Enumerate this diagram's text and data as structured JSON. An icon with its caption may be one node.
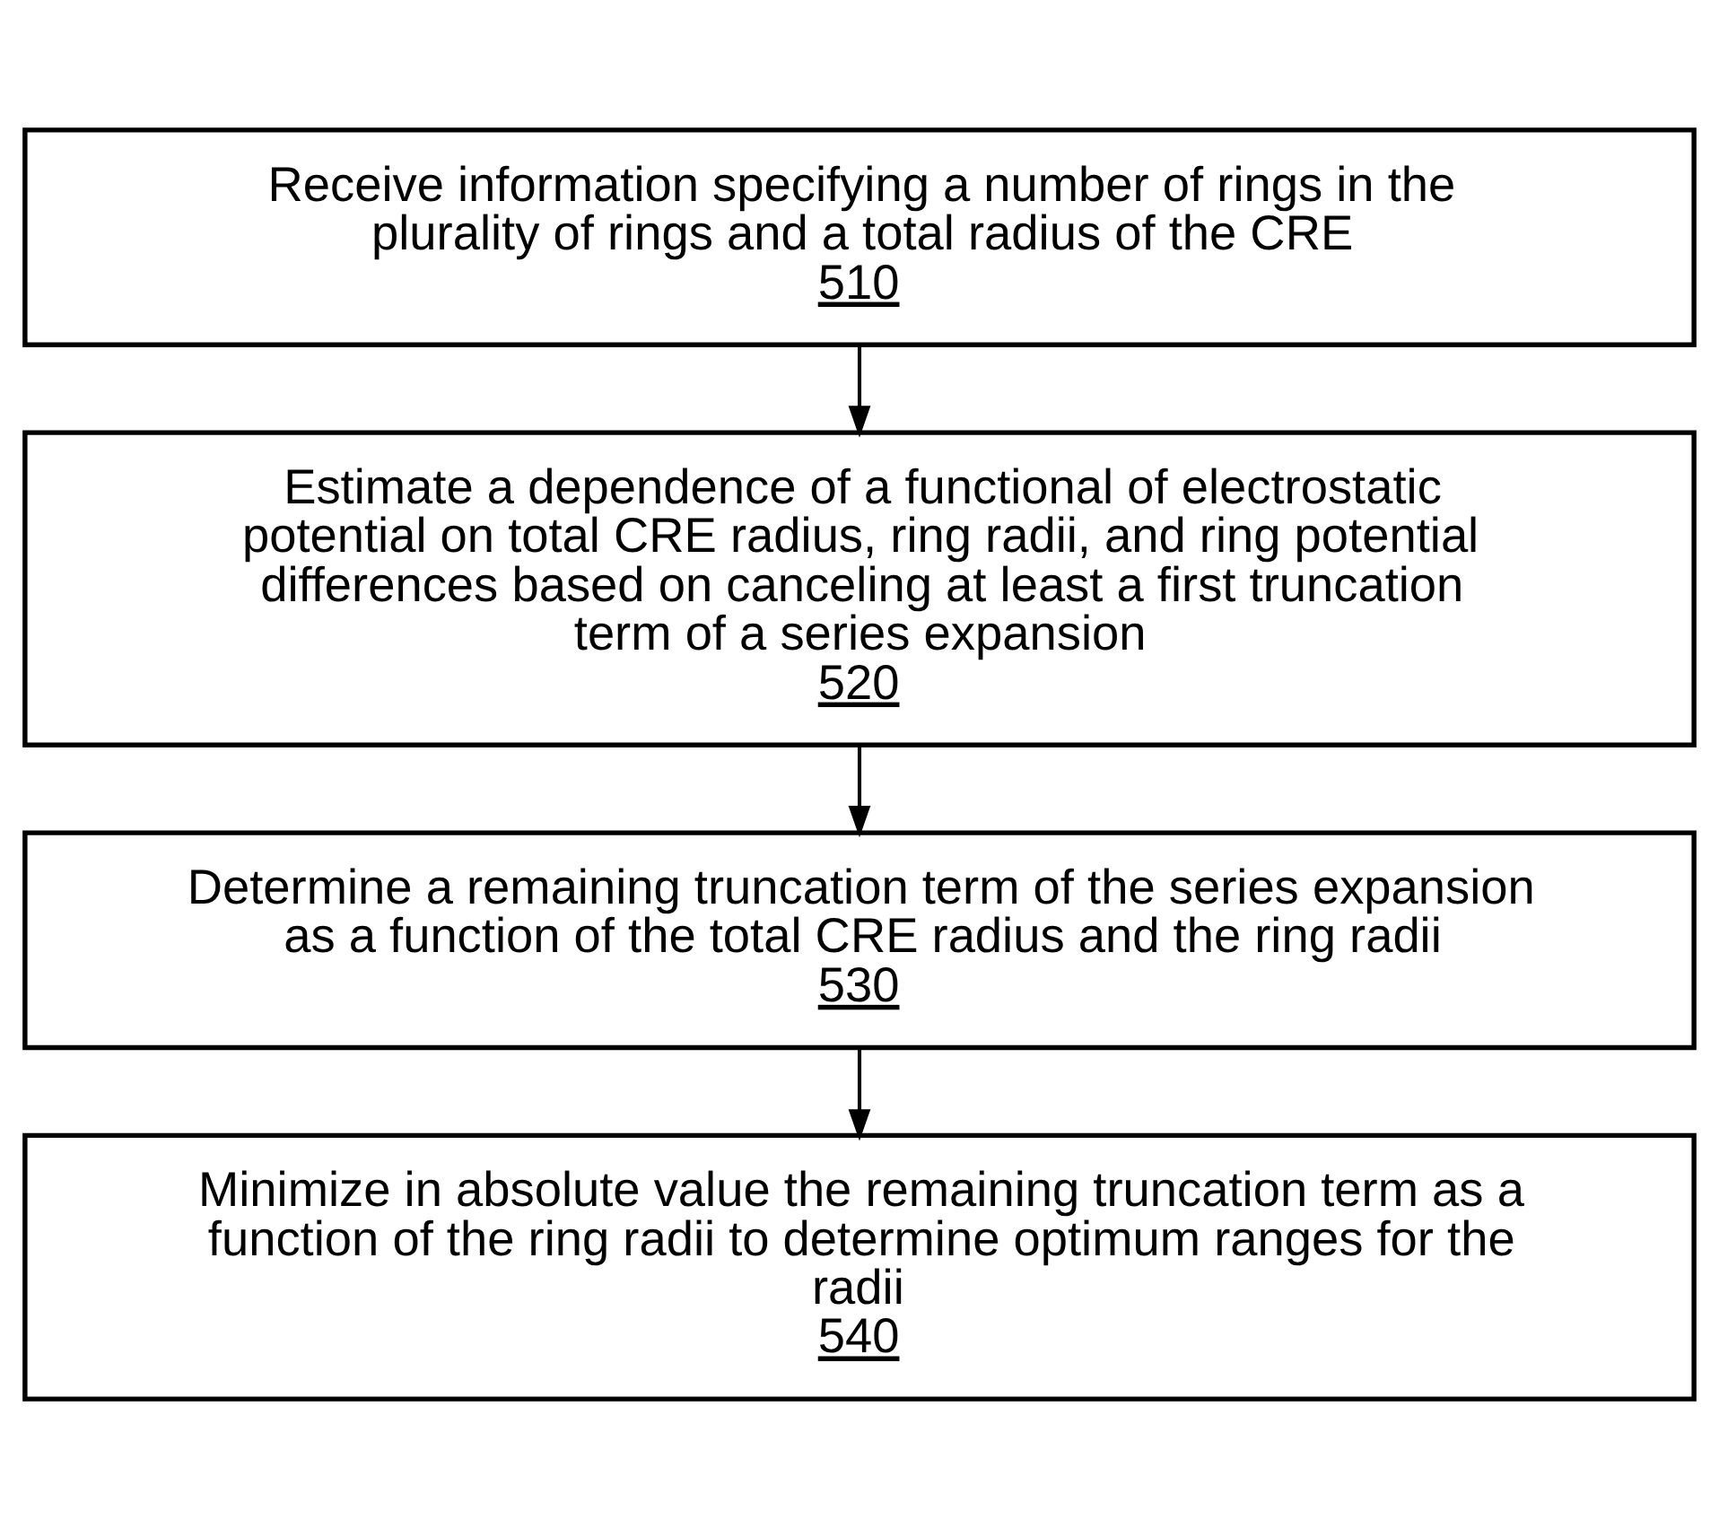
{
  "diagram": {
    "nodes": [
      {
        "text": [
          "Receive information specifying a number of rings in the plurality of rings and a total radius of the CRE",
          "510"
        ]
      },
      {
        "text": [
          "Estimate a dependence of a functional of electrostatic potential on total CRE radius, ring radii, and ring potential differences based on canceling at least a first truncation term of a series expansion",
          "520"
        ]
      },
      {
        "text": [
          "Determine a remaining truncation term of the series expansion as a function of the total CRE radius and the ring radii",
          "530"
        ]
      },
      {
        "text": [
          "Minimize in absolute value the remaining truncation term as a function of the ring radii to determine optimum ranges for the radii",
          "540"
        ]
      }
    ],
    "edges": [
      {
        "from": 0,
        "to": 1,
        "arrow": "to"
      },
      {
        "from": 1,
        "to": 2,
        "arrow": "to"
      },
      {
        "from": 2,
        "to": 3,
        "arrow": "to"
      }
    ]
  }
}
